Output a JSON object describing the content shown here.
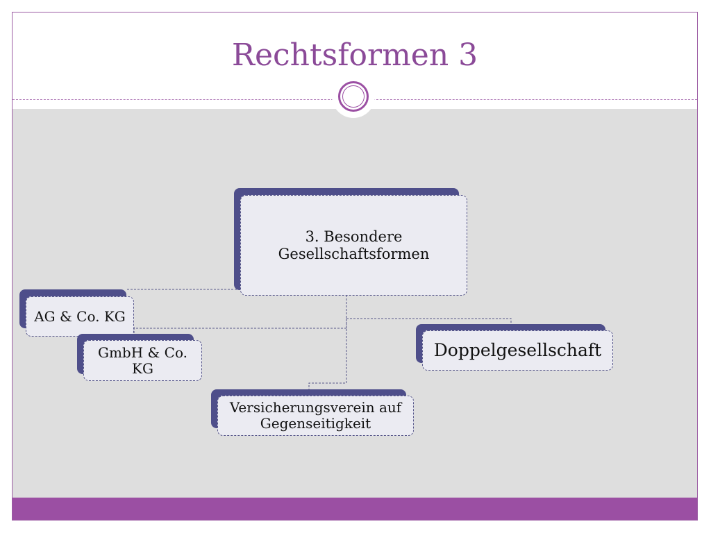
{
  "slide": {
    "title": "Rechtsformen 3"
  },
  "diagram": {
    "root": {
      "label": "3. Besondere Gesellschaftsformen"
    },
    "children": [
      {
        "id": "ag-co-kg",
        "label": "AG & Co. KG"
      },
      {
        "id": "gmbh-co-kg",
        "label": "GmbH & Co. KG"
      },
      {
        "id": "versicherungsverein",
        "label": "Versicherungsverein auf Gegenseitigkeit"
      },
      {
        "id": "doppelgesellschaft",
        "label": "Doppelgesellschaft"
      }
    ]
  },
  "colors": {
    "accent": "#9b4fa3",
    "title": "#8b4a98",
    "node_shadow": "#4e4e8a",
    "node_fill": "#ebebf2",
    "content_bg": "#dedede"
  }
}
